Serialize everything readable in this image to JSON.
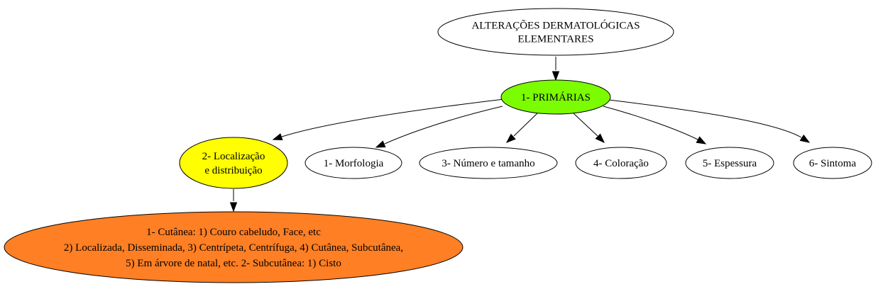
{
  "diagram": {
    "nodes": {
      "root": {
        "lines": [
          "ALTERAÇÕES DERMATOLÓGICAS",
          "ELEMENTARES"
        ],
        "fill": "#ffffff"
      },
      "primarias": {
        "lines": [
          "1- PRIMÁRIAS"
        ],
        "fill": "#7cfc00"
      },
      "localizacao": {
        "lines": [
          "2- Localização",
          "e distribuição"
        ],
        "fill": "#ffff00"
      },
      "morfologia": {
        "lines": [
          "1- Morfologia"
        ],
        "fill": "#ffffff"
      },
      "numero": {
        "lines": [
          "3- Número e tamanho"
        ],
        "fill": "#ffffff"
      },
      "coloracao": {
        "lines": [
          "4- Coloração"
        ],
        "fill": "#ffffff"
      },
      "espessura": {
        "lines": [
          "5- Espessura"
        ],
        "fill": "#ffffff"
      },
      "sintoma": {
        "lines": [
          "6- Sintoma"
        ],
        "fill": "#ffffff"
      },
      "detalhe": {
        "lines": [
          "1- Cutânea: 1) Couro cabeludo, Face, etc",
          "2) Localizada, Disseminada, 3) Centrípeta, Centrífuga, 4) Cutânea, Subcutânea,",
          "5) Em árvore de natal, etc. 2- Subcutânea: 1) Cisto"
        ],
        "fill": "#ff7f24"
      }
    },
    "edges": [
      {
        "from": "root",
        "to": "primarias"
      },
      {
        "from": "primarias",
        "to": "localizacao"
      },
      {
        "from": "primarias",
        "to": "morfologia"
      },
      {
        "from": "primarias",
        "to": "numero"
      },
      {
        "from": "primarias",
        "to": "coloracao"
      },
      {
        "from": "primarias",
        "to": "espessura"
      },
      {
        "from": "primarias",
        "to": "sintoma"
      },
      {
        "from": "localizacao",
        "to": "detalhe"
      }
    ]
  }
}
